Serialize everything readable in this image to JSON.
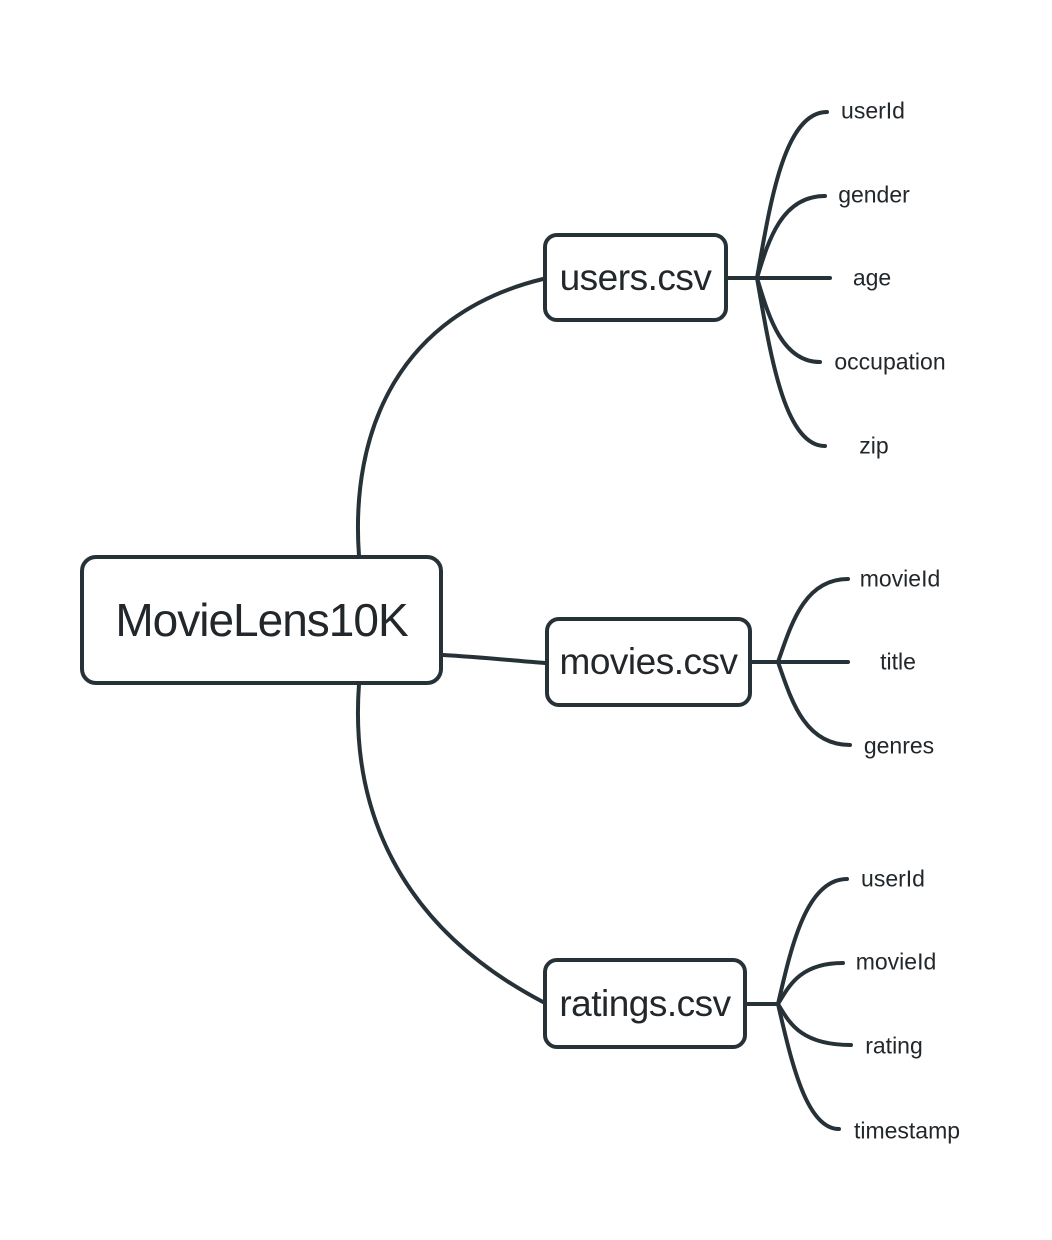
{
  "diagram": {
    "type": "mindmap",
    "root": {
      "label": "MovieLens10K"
    },
    "branches": [
      {
        "label": "users.csv",
        "children": [
          "userId",
          "gender",
          "age",
          "occupation",
          "zip"
        ]
      },
      {
        "label": "movies.csv",
        "children": [
          "movieId",
          "title",
          "genres"
        ]
      },
      {
        "label": "ratings.csv",
        "children": [
          "userId",
          "movieId",
          "rating",
          "timestamp"
        ]
      }
    ],
    "colors": {
      "stroke": "#263238",
      "text": "#21272b",
      "node_fill": "#ffffff",
      "background": "#ffffff"
    }
  }
}
